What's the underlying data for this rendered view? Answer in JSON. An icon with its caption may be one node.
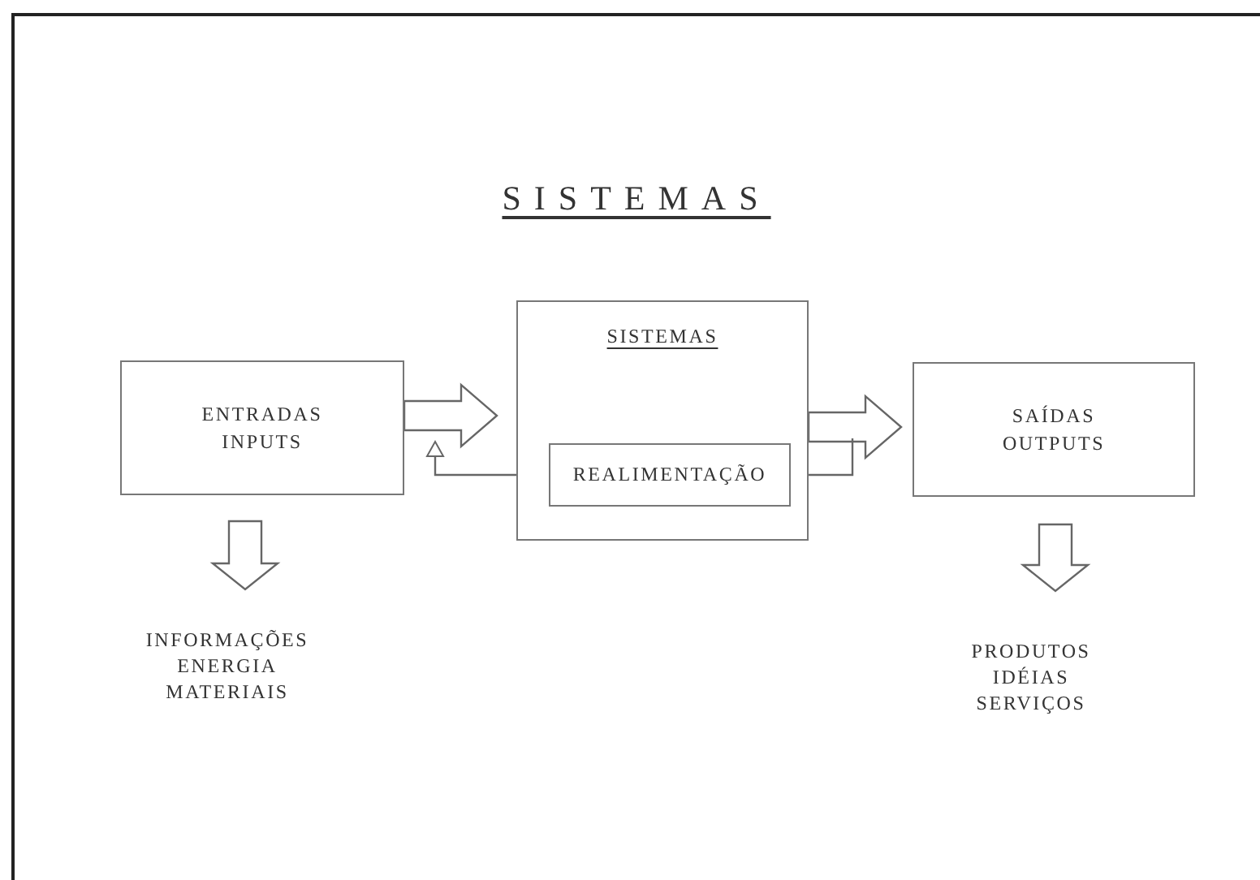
{
  "diagram": {
    "title": "SISTEMAS",
    "nodes": [
      {
        "text": [
          "ENTRADAS INPUTS"
        ]
      },
      {
        "text": [
          "SISTEMAS"
        ]
      },
      {
        "text": [
          "REALIMENTAÇÃO"
        ],
        "in": 1
      },
      {
        "text": [
          "SAÍDAS OUTPUTS"
        ]
      },
      {
        "text": [
          "INFORMAÇÕES ENERGIA MATERIAIS"
        ]
      },
      {
        "text": [
          "PRODUTOS IDÉIAS SERVIÇOS"
        ]
      }
    ],
    "edges": [
      {
        "from": 0,
        "to": 1,
        "arrow": "to"
      },
      {
        "from": 1,
        "to": 3,
        "arrow": "to"
      },
      {
        "from": 2,
        "to": 0,
        "arrow": "to"
      },
      {
        "from": null,
        "to": 2,
        "arrow": "none"
      },
      {
        "from": 0,
        "to": 4,
        "arrow": "to"
      },
      {
        "from": 3,
        "to": 5,
        "arrow": "to"
      }
    ]
  }
}
